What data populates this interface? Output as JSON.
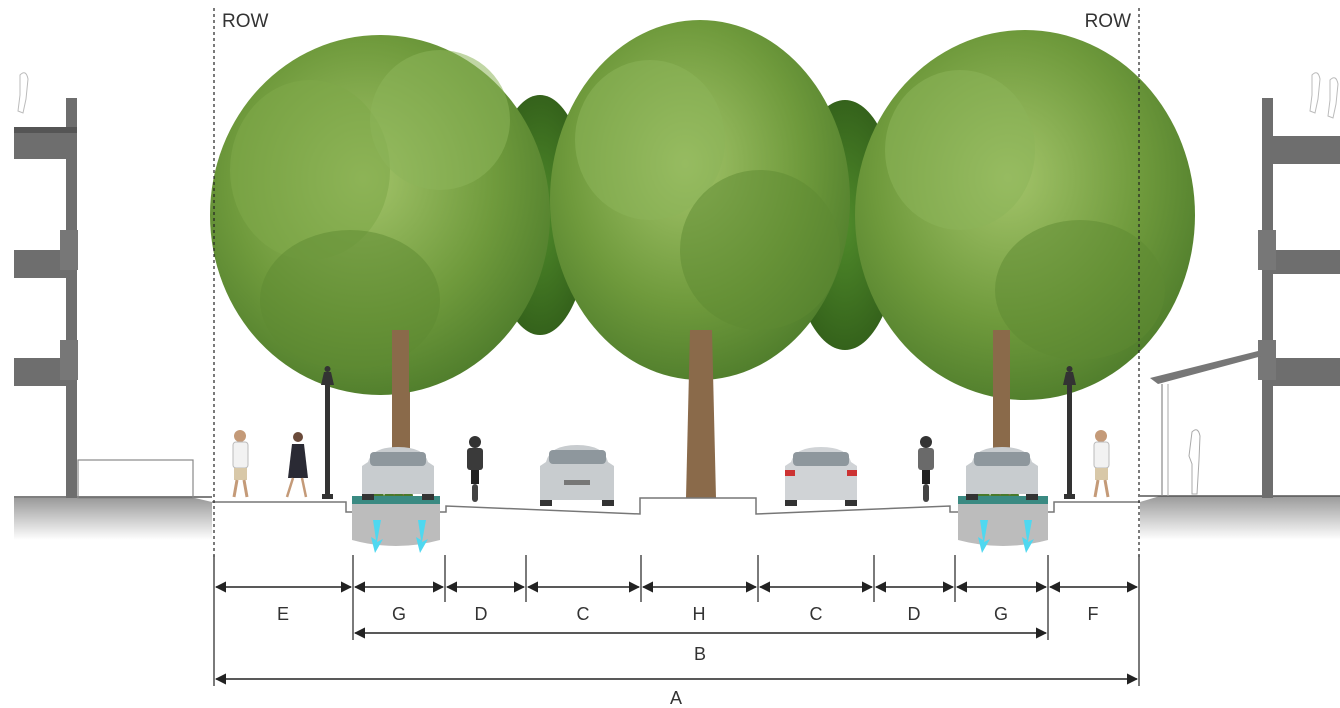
{
  "row_labels": {
    "left": "ROW",
    "right": "ROW"
  },
  "segments": {
    "e": "E",
    "g1": "G",
    "d1": "D",
    "c1": "C",
    "h": "H",
    "c2": "C",
    "d2": "D",
    "g2": "G",
    "f": "F"
  },
  "totals": {
    "b": "B",
    "a": "A"
  },
  "colors": {
    "foliage": "#6f9a3c",
    "foliage_light": "#93b85a",
    "foliage_dark": "#3f6d22",
    "trunk": "#8a6a4a",
    "building": "#6e6e6e",
    "stormwater_arrow": "#4fd8f0",
    "dimension_line": "#222222"
  },
  "icons": [
    "tree-icon",
    "car-icon",
    "cyclist-icon",
    "pedestrian-icon",
    "street-lamp-icon",
    "arrow-down-icon"
  ]
}
